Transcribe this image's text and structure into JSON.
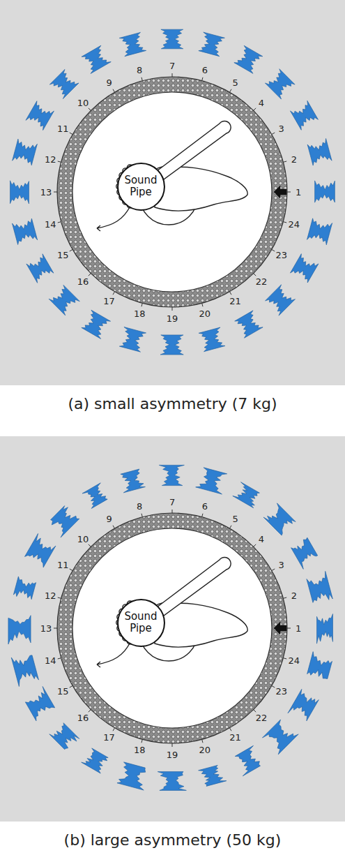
{
  "diagram": {
    "nodes": [
      {
        "text": [
          "Sound Pipe"
        ]
      },
      {
        "text": [
          "Sound Pipe"
        ]
      }
    ],
    "labels": [
      "1",
      "2",
      "3",
      "4",
      "5",
      "6",
      "7",
      "8",
      "9",
      "10",
      "11",
      "12",
      "13",
      "14",
      "15",
      "16",
      "17",
      "18",
      "19",
      "20",
      "21",
      "22",
      "23",
      "24",
      "(a) small asymmetry (7 kg)",
      "1",
      "2",
      "3",
      "4",
      "5",
      "6",
      "7",
      "8",
      "9",
      "10",
      "11",
      "12",
      "13",
      "14",
      "15",
      "16",
      "17",
      "18",
      "19",
      "20",
      "21",
      "22",
      "23",
      "24",
      "(b) large asymmetry (50 kg)"
    ]
  }
}
